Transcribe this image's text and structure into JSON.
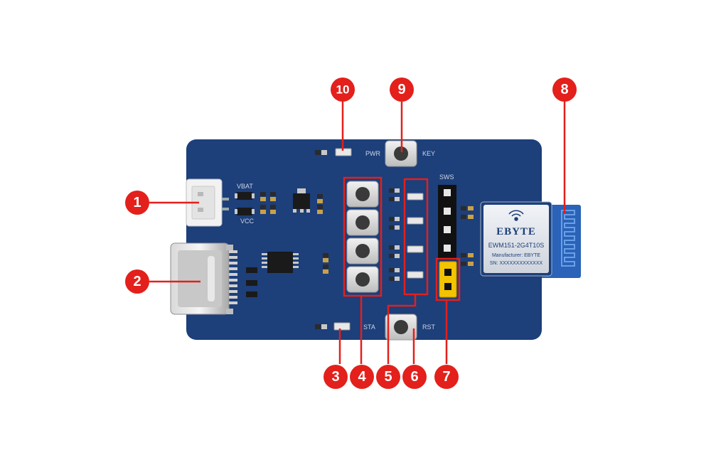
{
  "board": {
    "silkscreen": {
      "vbat": "VBAT",
      "vcc": "VCC",
      "pwr": "PWR",
      "key": "KEY",
      "sws": "SWS",
      "sta": "STA",
      "rst": "RST"
    },
    "module": {
      "brand": "EBYTE",
      "model": "EWM151-2G4T10S",
      "manufacturer": "Manufacturer: EBYTE",
      "serial": "SN: XXXXXXXXXXXXX"
    }
  },
  "callouts": {
    "c1": "1",
    "c2": "2",
    "c3": "3",
    "c4": "4",
    "c5": "5",
    "c6": "6",
    "c7": "7",
    "c8": "8",
    "c9": "9",
    "c10": "10"
  },
  "colors": {
    "pcb": "#1d3f7a",
    "callout": "#e3201b",
    "jumper": "#f4c300"
  }
}
